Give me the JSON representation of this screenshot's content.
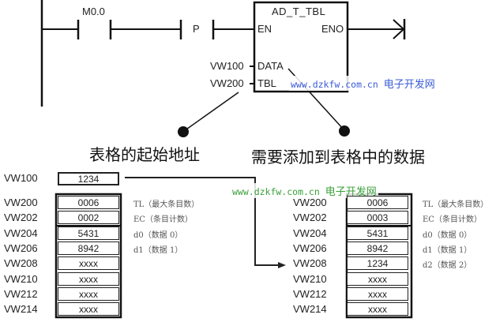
{
  "ladder": {
    "contact_label": "M0.0",
    "edge_label": "P",
    "box_title": "AD_T_TBL",
    "pins": {
      "en": "EN",
      "eno": "ENO",
      "data": "DATA",
      "tbl": "TBL"
    },
    "data_operand": "VW100",
    "tbl_operand": "VW200"
  },
  "callouts": {
    "tbl_desc": "表格的起始地址",
    "data_desc": "需要添加到表格中的数据"
  },
  "watermark": {
    "url": "www.dzkfw.com.cn",
    "name": "电子开发网",
    "color_top": "#3a5bd6",
    "color_mid": "#3aa03a"
  },
  "source": {
    "addr": "VW100",
    "value": "1234"
  },
  "before_table": {
    "rows": [
      {
        "addr": "VW200",
        "value": "0006",
        "note": "TL（最大条目数）"
      },
      {
        "addr": "VW202",
        "value": "0002",
        "note": "EC（条目计数）"
      },
      {
        "addr": "VW204",
        "value": "5431",
        "note": "d0（数据 0）"
      },
      {
        "addr": "VW206",
        "value": "8942",
        "note": "d1（数据 1）"
      },
      {
        "addr": "VW208",
        "value": "xxxx",
        "note": ""
      },
      {
        "addr": "VW210",
        "value": "xxxx",
        "note": ""
      },
      {
        "addr": "VW212",
        "value": "xxxx",
        "note": ""
      },
      {
        "addr": "VW214",
        "value": "xxxx",
        "note": ""
      }
    ]
  },
  "after_table": {
    "rows": [
      {
        "addr": "VW200",
        "value": "0006",
        "note": "TL（最大条目数）"
      },
      {
        "addr": "VW202",
        "value": "0003",
        "note": "EC（条目计数）"
      },
      {
        "addr": "VW204",
        "value": "5431",
        "note": "d0（数据 0）"
      },
      {
        "addr": "VW206",
        "value": "8942",
        "note": "d1（数据 1）"
      },
      {
        "addr": "VW208",
        "value": "1234",
        "note": "d2（数据 2）"
      },
      {
        "addr": "VW210",
        "value": "xxxx",
        "note": ""
      },
      {
        "addr": "VW212",
        "value": "xxxx",
        "note": ""
      },
      {
        "addr": "VW214",
        "value": "xxxx",
        "note": ""
      }
    ]
  }
}
